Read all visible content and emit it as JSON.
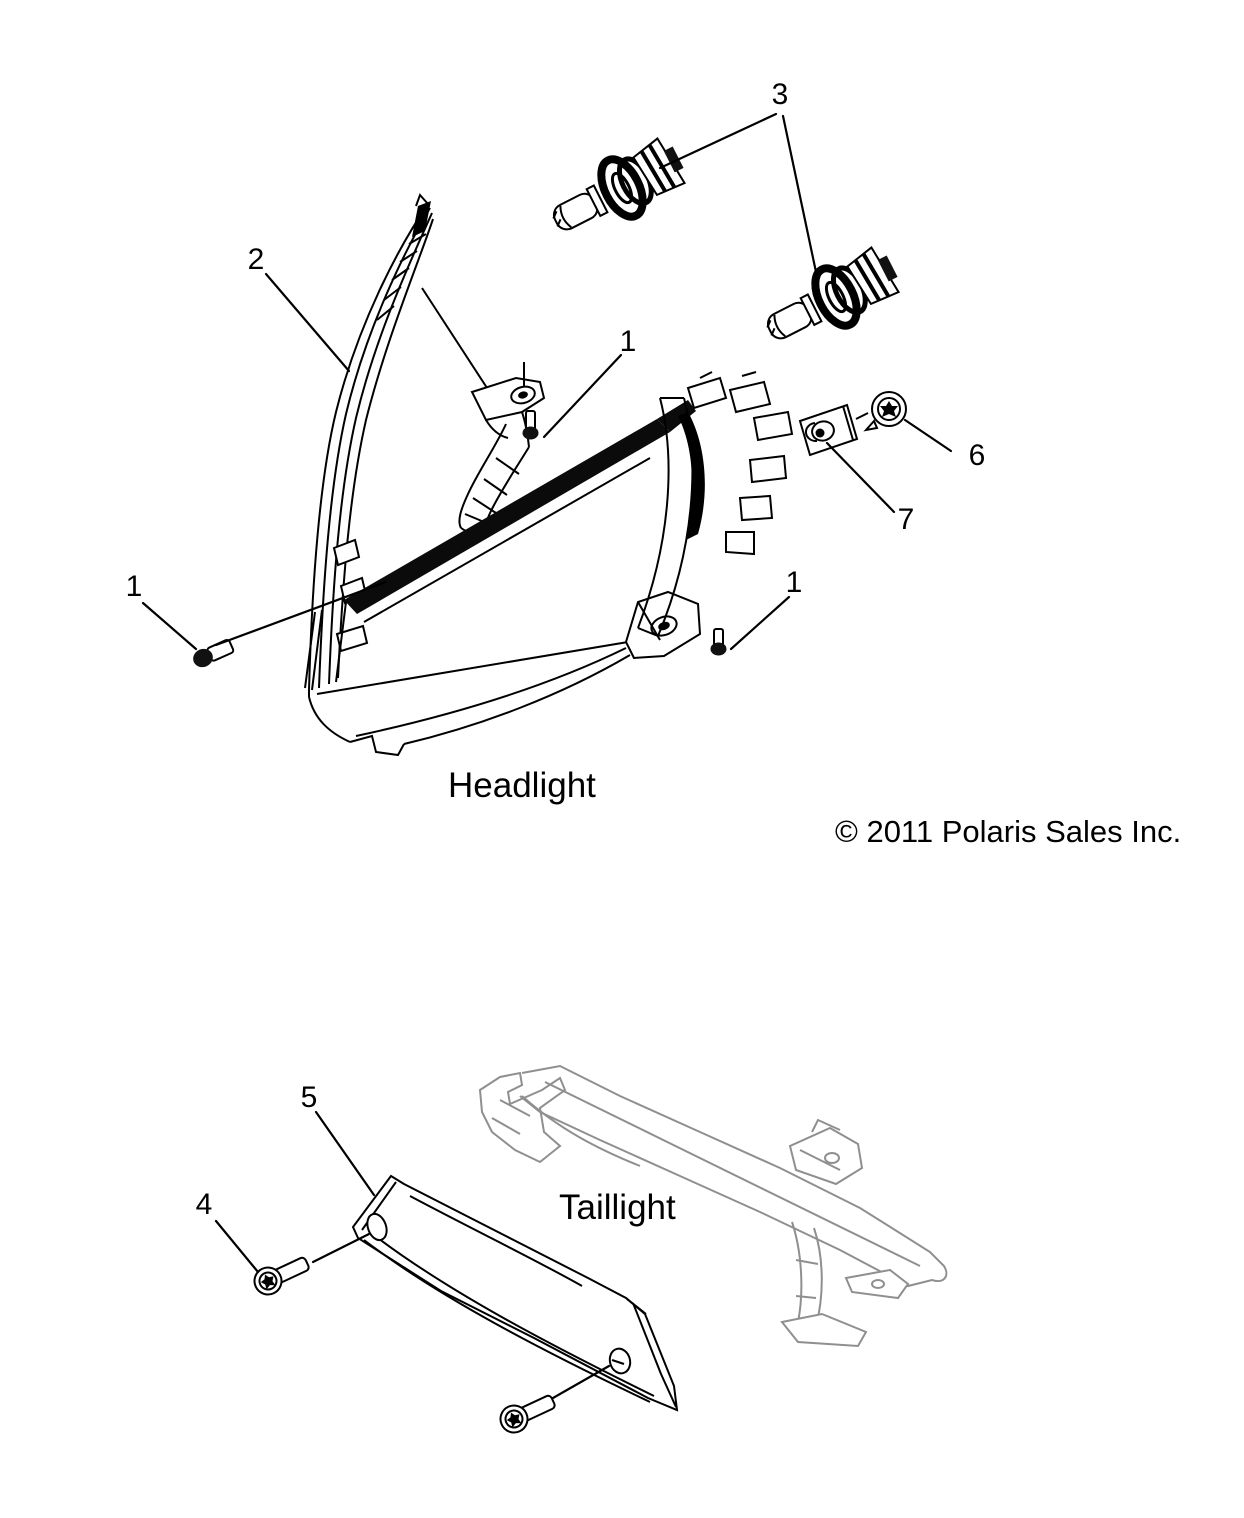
{
  "diagram": {
    "section_headlight": {
      "label": "Headlight"
    },
    "section_taillight": {
      "label": "Taillight"
    },
    "copyright": "© 2011 Polaris Sales Inc.",
    "callouts": {
      "one_upper": "1",
      "one_left": "1",
      "one_right": "1",
      "two": "2",
      "three": "3",
      "four": "4",
      "five": "5",
      "six": "6",
      "seven": "7"
    },
    "colors": {
      "line": "#000000",
      "ghost_part": "#8f8f8f",
      "background": "#ffffff"
    }
  }
}
